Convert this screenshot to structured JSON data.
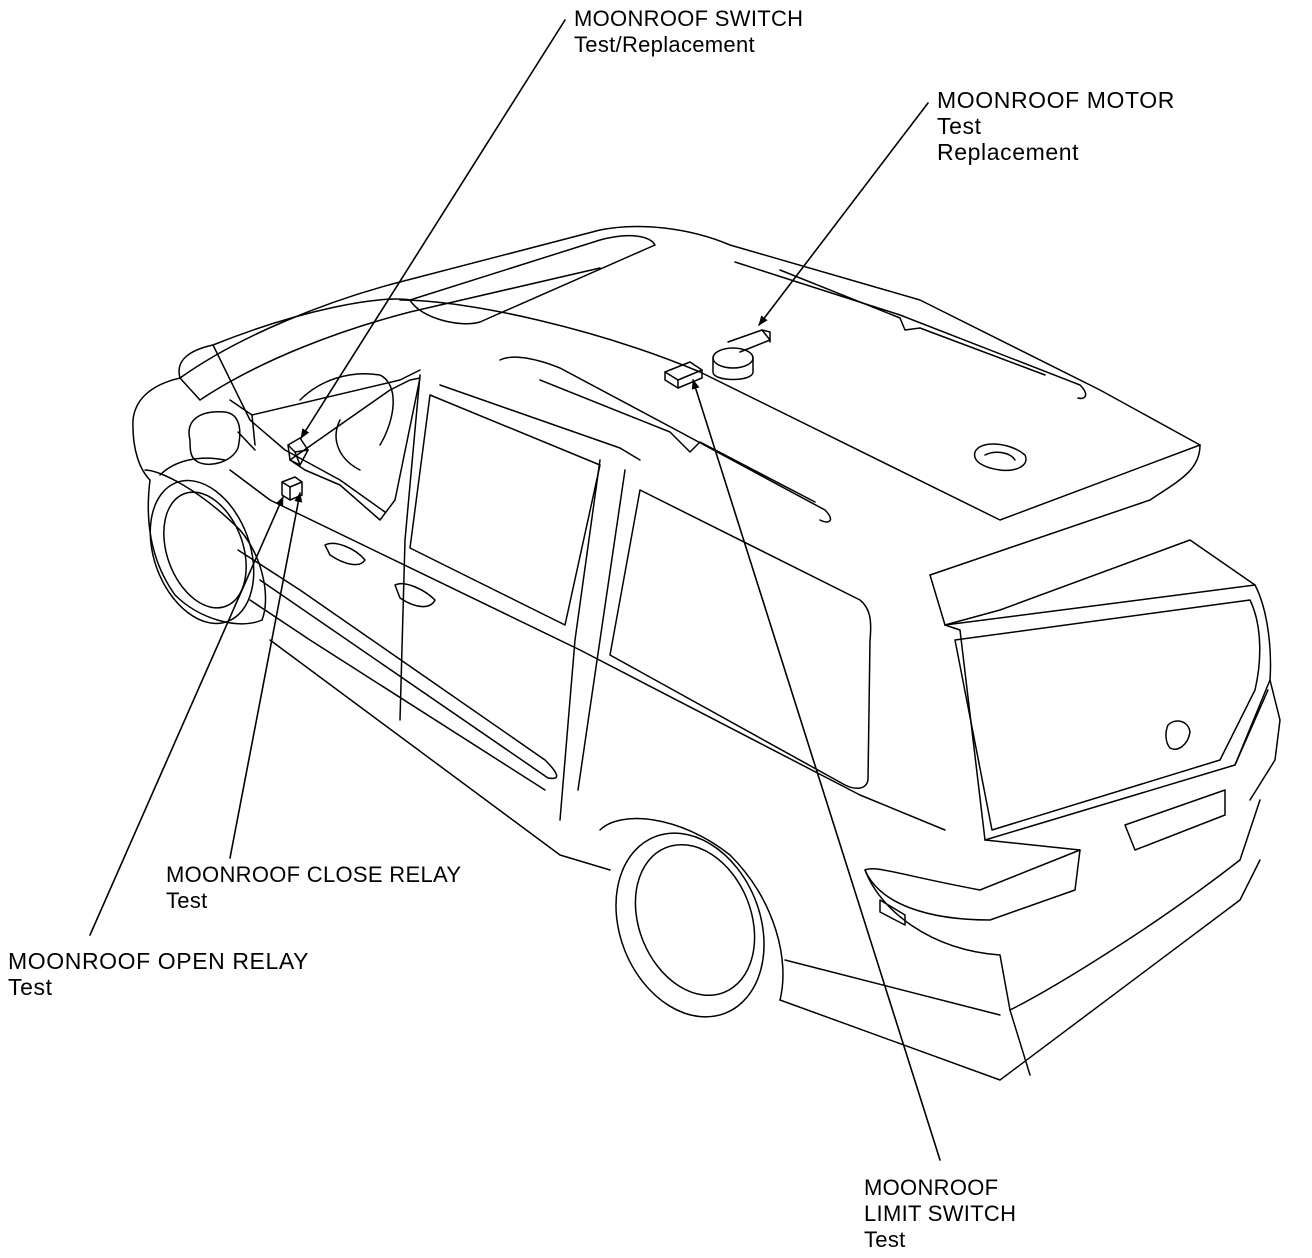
{
  "colors": {
    "ink": "#000000",
    "paper": "#ffffff"
  },
  "callouts": {
    "switch": {
      "title": "MOONROOF SWITCH",
      "sub": "Test/Replacement"
    },
    "motor": {
      "title": "MOONROOF MOTOR",
      "sub1": "Test",
      "sub2": "Replacement"
    },
    "close_relay": {
      "title": "MOONROOF CLOSE RELAY",
      "sub": "Test"
    },
    "open_relay": {
      "title": "MOONROOF OPEN RELAY",
      "sub": "Test"
    },
    "limit_switch": {
      "title1": "MOONROOF",
      "title2": "LIMIT SWITCH",
      "sub": "Test"
    }
  }
}
